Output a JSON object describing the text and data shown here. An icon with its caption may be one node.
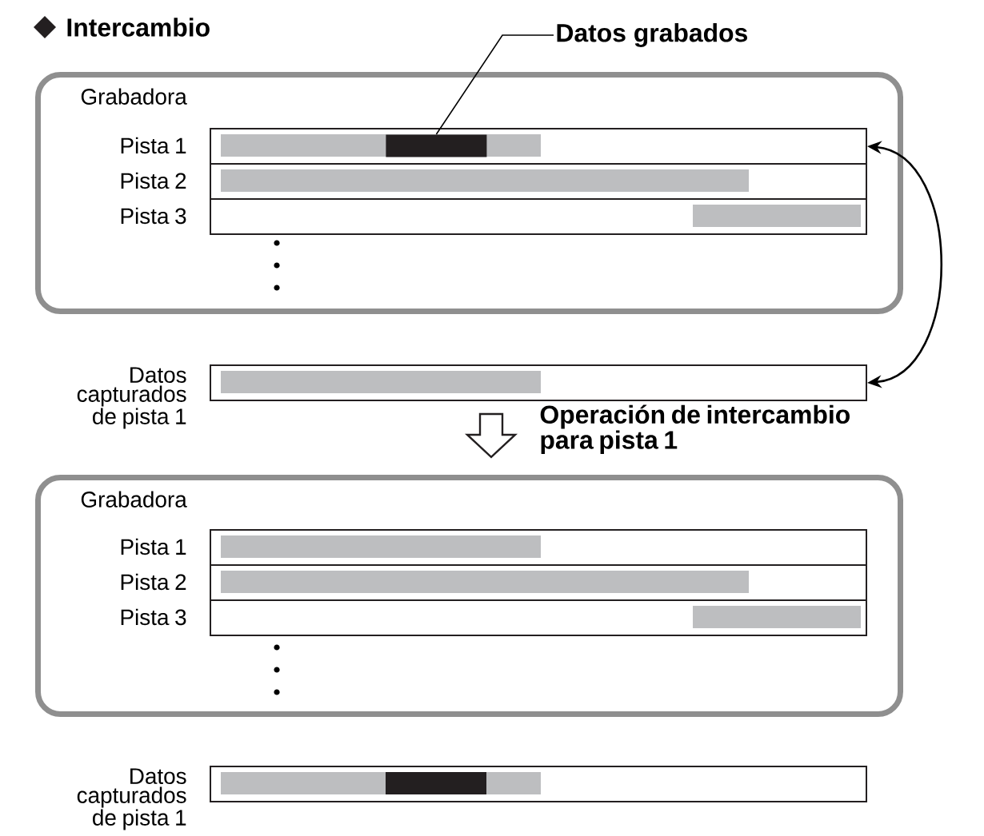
{
  "diagram": {
    "title": "Intercambio",
    "nodes": [
      {
        "text": [
          "Grabadora"
        ]
      },
      {
        "text": [],
        "shape": "bar",
        "beside": [
          "Pista 1"
        ],
        "in": 0
      },
      {
        "text": [],
        "shape": "bar",
        "beside": [
          "Pista 2"
        ],
        "in": 0
      },
      {
        "text": [],
        "shape": "bar",
        "beside": [
          "Pista 3"
        ],
        "in": 0
      },
      {
        "text": [],
        "shape": "bar",
        "in": 1
      },
      {
        "text": [
          "Datos grabados"
        ]
      },
      {
        "text": [],
        "shape": "bar",
        "beside": [
          "Datos capturados de pista 1"
        ]
      },
      {
        "text": [
          "Grabadora"
        ]
      },
      {
        "text": [],
        "shape": "bar",
        "beside": [
          "Pista 1"
        ],
        "in": 7
      },
      {
        "text": [],
        "shape": "bar",
        "beside": [
          "Pista 2"
        ],
        "in": 7
      },
      {
        "text": [],
        "shape": "bar",
        "beside": [
          "Pista 3"
        ],
        "in": 7
      },
      {
        "text": [],
        "shape": "bar",
        "beside": [
          "Datos capturados de pista 1"
        ]
      }
    ],
    "edges": [
      {
        "from": 5,
        "to": 4,
        "arrow": "none"
      },
      {
        "from": 1,
        "to": 6,
        "arrow": "both"
      }
    ],
    "labels": [
      "Operación de intercambio para pista 1"
    ]
  }
}
